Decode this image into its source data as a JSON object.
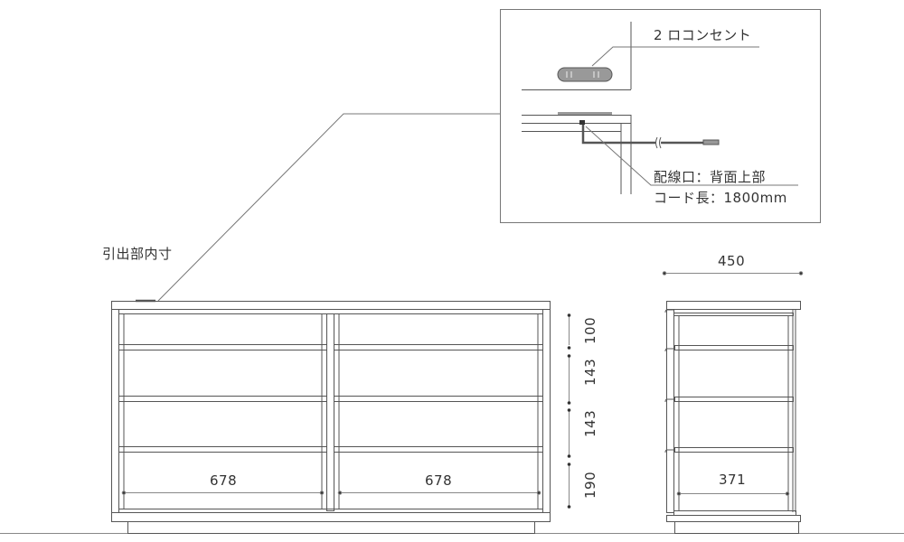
{
  "inset": {
    "outlet_label": "2 ロコンセント",
    "wiring_label": "配線口：背面上部",
    "cord_label": "コード長：1800mm"
  },
  "front": {
    "drawer_inner_label": "引出部内寸",
    "width_left": "678",
    "width_right": "678",
    "heights": [
      "100",
      "143",
      "143",
      "190"
    ]
  },
  "side": {
    "depth": "450",
    "inner_depth": "371"
  },
  "colors": {
    "line": "#555555",
    "outlet": "#999999"
  }
}
